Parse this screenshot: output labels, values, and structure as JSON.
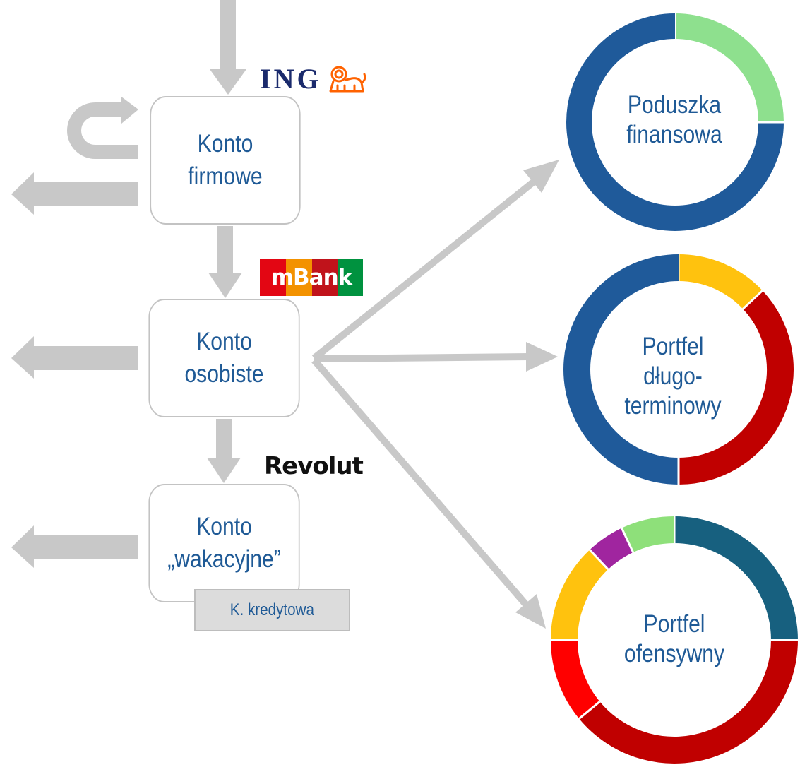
{
  "banks": {
    "ing": {
      "label": "ING",
      "lion_color": "#ff6200",
      "text_color": "#1a2a6c"
    },
    "mbank": {
      "label": "mBank",
      "stripes": [
        "#e30613",
        "#f39200",
        "#c0131b",
        "#00923f"
      ]
    },
    "revolut": {
      "label": "Revolut"
    }
  },
  "accounts": [
    {
      "id": "firmowe",
      "line1": "Konto",
      "line2": "firmowe"
    },
    {
      "id": "osobiste",
      "line1": "Konto",
      "line2": "osobiste"
    },
    {
      "id": "wakacyjne",
      "line1": "Konto",
      "line2": "„wakacyjne”"
    }
  ],
  "credit_card": {
    "label": "K. kredytowa"
  },
  "portfolios": [
    {
      "id": "poduszka",
      "lines": [
        "Poduszka",
        "finansowa"
      ],
      "segments": [
        {
          "color": "#8ee08e",
          "value": 25
        },
        {
          "color": "#1f5a9a",
          "value": 75
        }
      ]
    },
    {
      "id": "dlugoterminowy",
      "lines": [
        "Portfel",
        "długo-",
        "terminowy"
      ],
      "segments": [
        {
          "color": "#ffc20e",
          "value": 13
        },
        {
          "color": "#c00000",
          "value": 37
        },
        {
          "color": "#1f5a9a",
          "value": 50
        }
      ]
    },
    {
      "id": "ofensywny",
      "lines": [
        "Portfel",
        "ofensywny"
      ],
      "segments": [
        {
          "color": "#17607f",
          "value": 25
        },
        {
          "color": "#c00000",
          "value": 39
        },
        {
          "color": "#ff0000",
          "value": 11
        },
        {
          "color": "#ffc20e",
          "value": 13
        },
        {
          "color": "#a0259f",
          "value": 5
        },
        {
          "color": "#8ee07a",
          "value": 7
        }
      ]
    }
  ],
  "colors": {
    "arrow": "#c8c8c8",
    "text": "#1f5a96",
    "box_border": "#c3c3c3"
  }
}
